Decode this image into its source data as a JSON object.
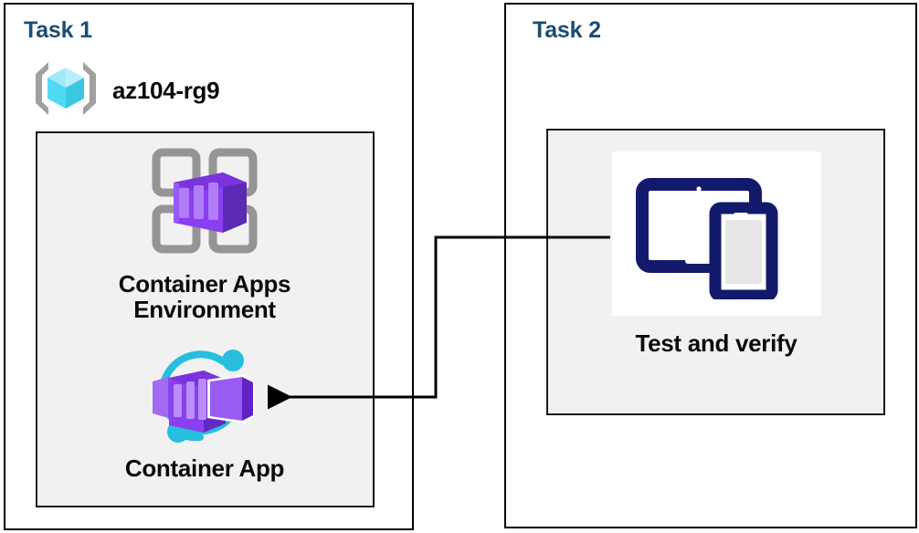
{
  "diagram": {
    "title_color": "#1b4d72",
    "panel_fill": "#f1f1f1",
    "border_color": "#000000"
  },
  "task1": {
    "title": "Task 1",
    "resource_group": {
      "icon": "resource-group-icon",
      "label": "az104-rg9"
    },
    "nodes": [
      {
        "icon": "container-apps-environment-icon",
        "label": "Container Apps\nEnvironment"
      },
      {
        "icon": "container-app-icon",
        "label": "Container App"
      }
    ]
  },
  "task2": {
    "title": "Task 2",
    "nodes": [
      {
        "icon": "devices-test-icon",
        "label": "Test and verify"
      }
    ]
  },
  "connector": {
    "name": "test-to-container-app-arrow",
    "from": "Test and verify",
    "to": "Container App",
    "color": "#000000"
  }
}
